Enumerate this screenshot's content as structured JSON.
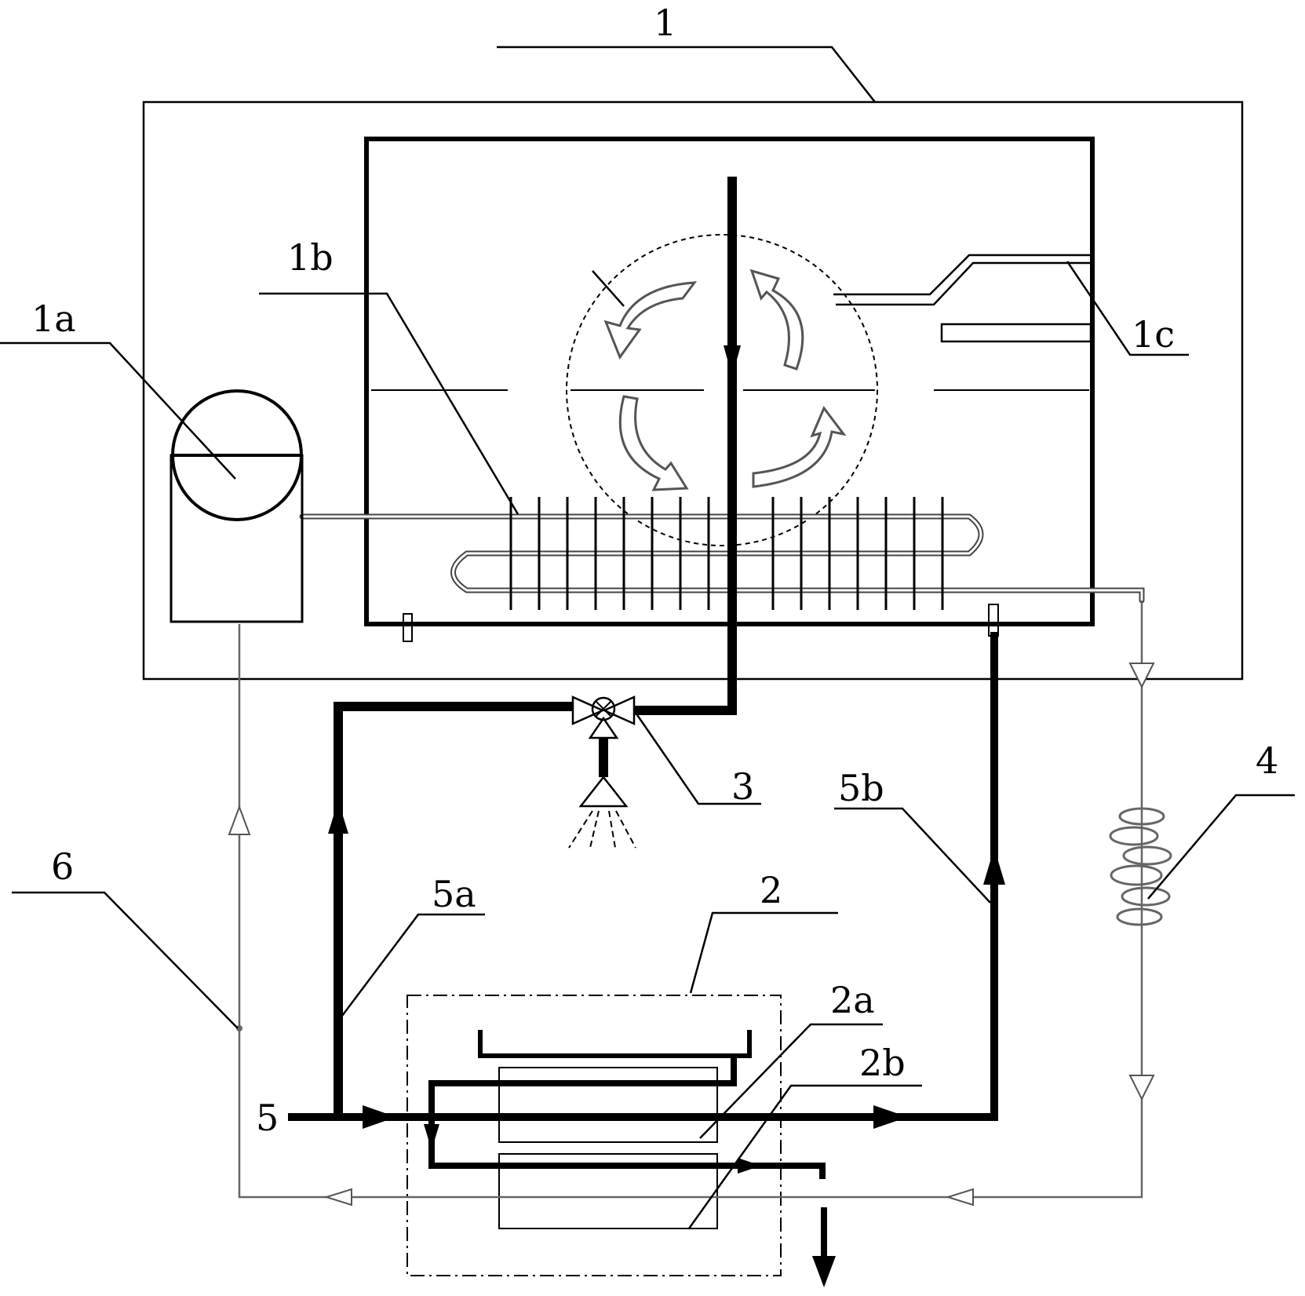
{
  "labels": {
    "l1": "1",
    "l1a": "1a",
    "l1b": "1b",
    "l1c": "1c",
    "l2": "2",
    "l2a": "2a",
    "l2b": "2b",
    "l3": "3",
    "l4": "4",
    "l5": "5",
    "l5a": "5a",
    "l5b": "5b",
    "l6": "6"
  }
}
